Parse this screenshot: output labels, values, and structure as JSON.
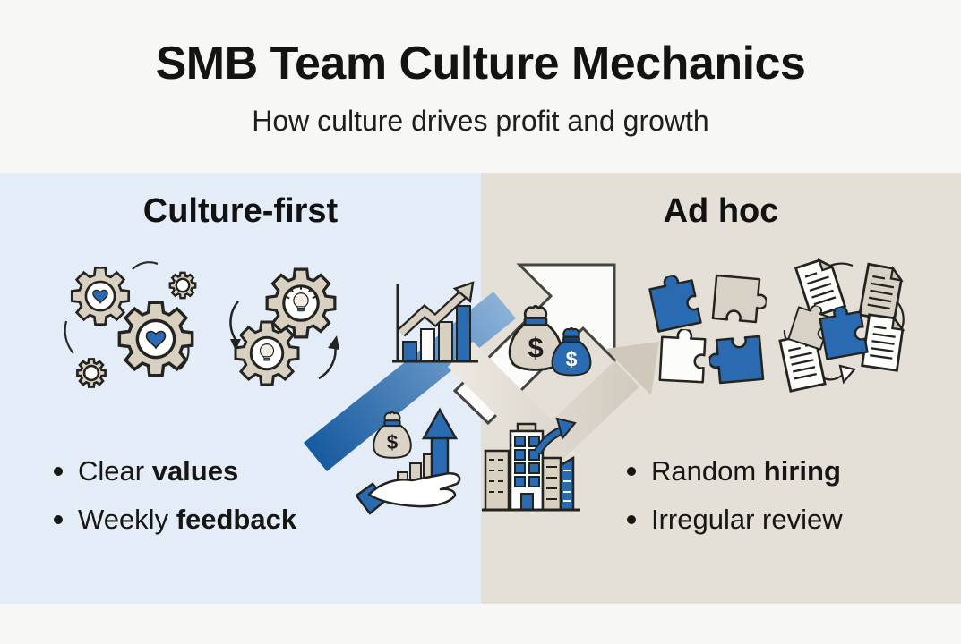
{
  "header": {
    "title": "SMB Team Culture Mechanics",
    "subtitle": "How culture drives profit and growth"
  },
  "left_panel": {
    "heading": "Culture-first",
    "bullets": [
      {
        "normal": "Clear ",
        "bold": "values"
      },
      {
        "normal": "Weekly ",
        "bold": "feedback"
      }
    ]
  },
  "right_panel": {
    "heading": "Ad hoc",
    "bullets": [
      {
        "normal": "Random ",
        "bold": "hiring"
      },
      {
        "normal": "Irregular review",
        "bold": ""
      }
    ]
  },
  "icons": {
    "currency_symbol": "$",
    "left": [
      "gears-hearts-icon",
      "gears-lightbulbs-icon",
      "growth-bar-chart-icon",
      "hand-money-growth-icon"
    ],
    "center": [
      "blue-growth-arrow",
      "white-growth-arrow",
      "money-bags-icon"
    ],
    "right": [
      "volatile-path-arrow",
      "office-buildings-icon",
      "scattered-puzzle-icon",
      "scattered-documents-icon"
    ]
  },
  "colors": {
    "background": "#f7f8f5",
    "left_panel": "#e4ecf7",
    "right_panel": "#e4e0d7",
    "accent_blue": "#2a6ab1",
    "icon_tan": "#d8d0c0",
    "outline": "#23231f"
  }
}
